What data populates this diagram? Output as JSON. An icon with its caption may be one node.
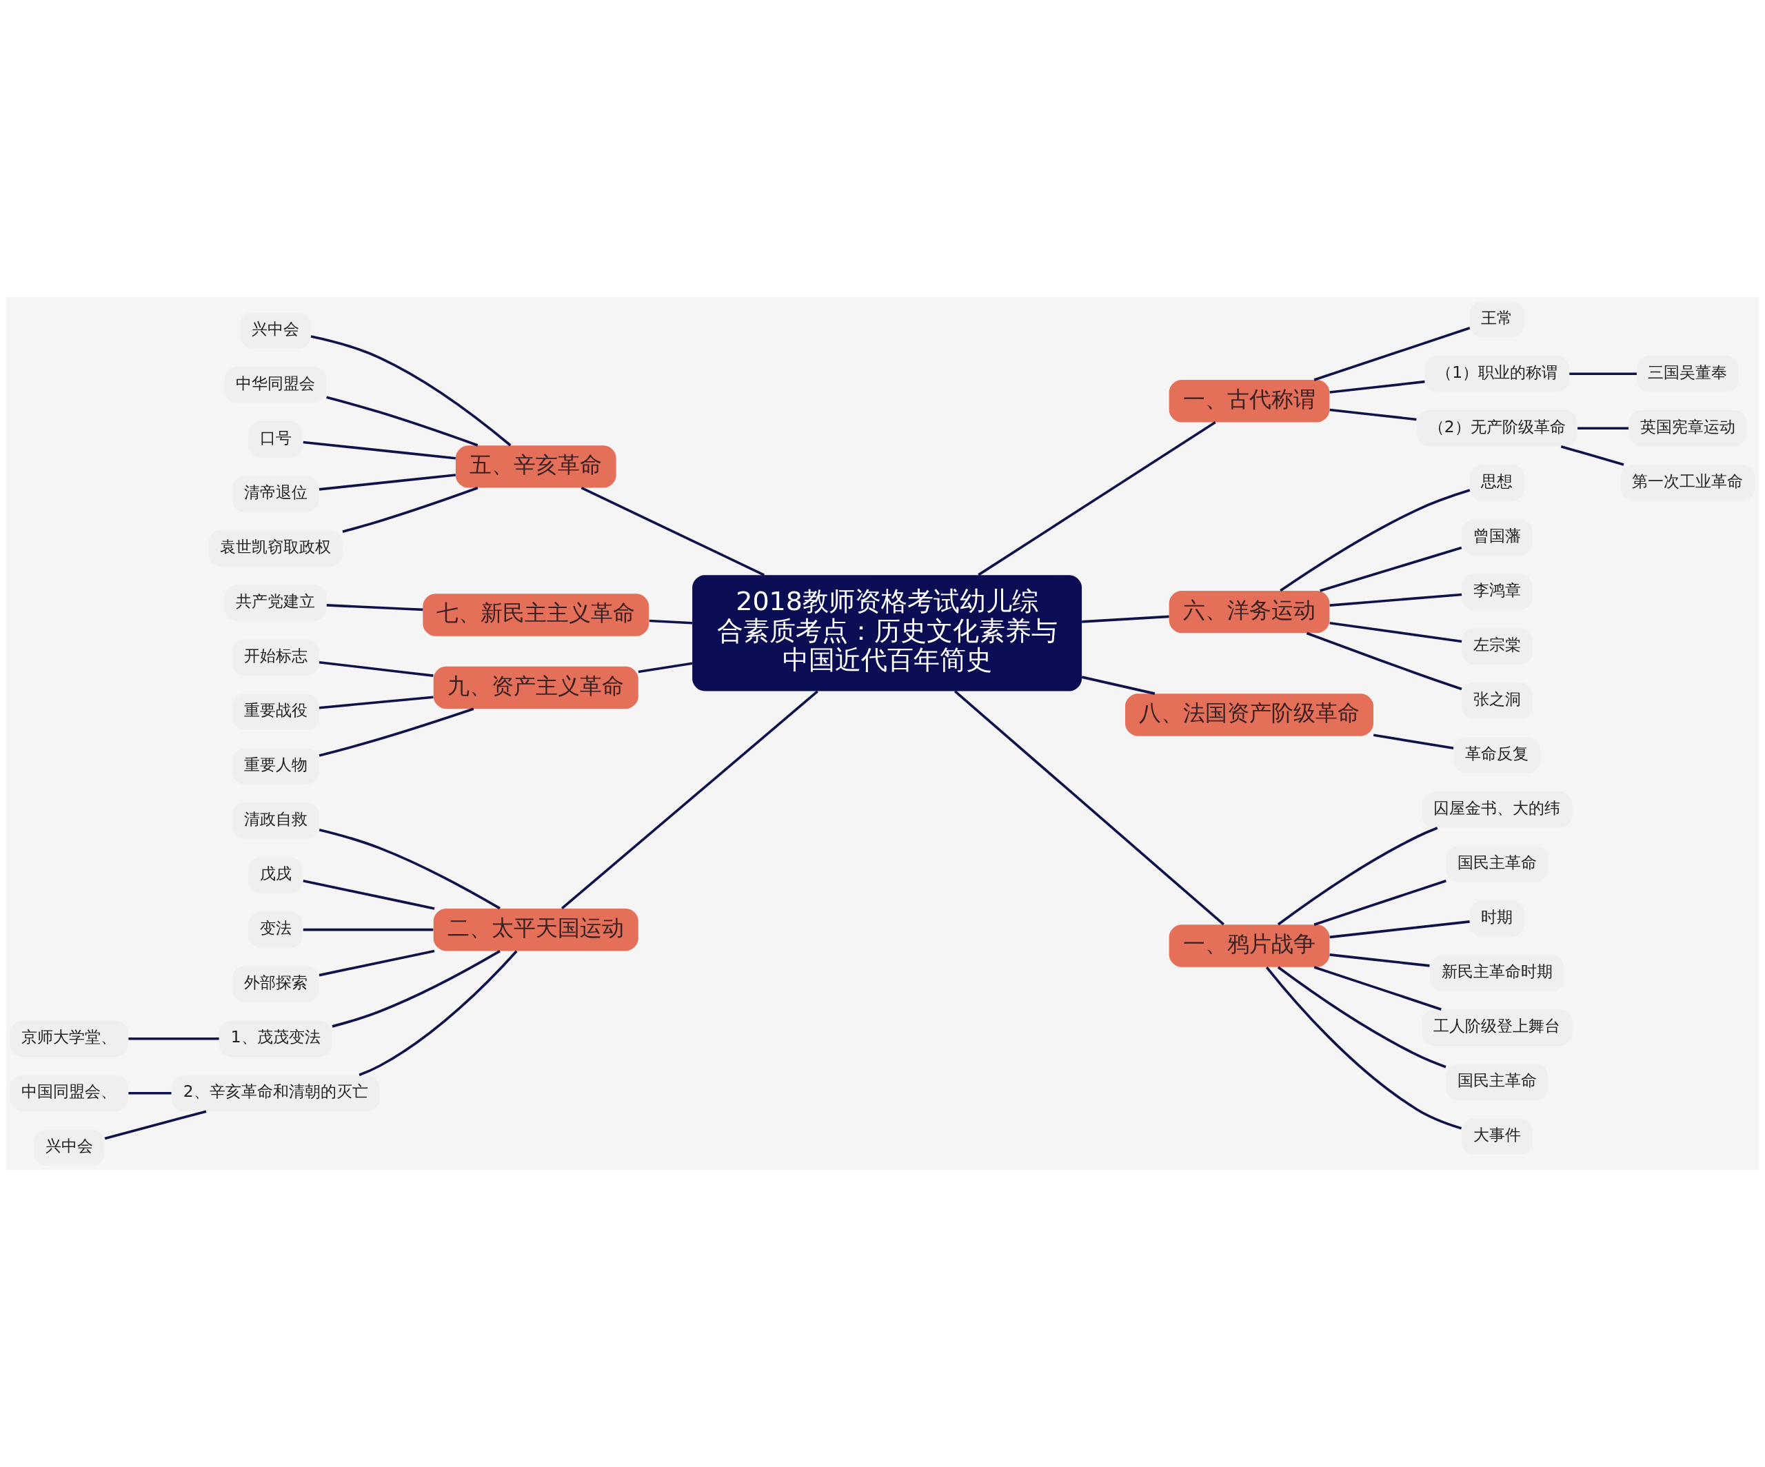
{
  "diagram": {
    "nodes": [
      {
        "text": [
          "2018教师资格考试幼儿综合素质考点：历史文化素养与中国近代百年简史"
        ]
      },
      {
        "text": [
          "一、古代称谓"
        ]
      },
      {
        "text": [
          "王常"
        ]
      },
      {
        "text": [
          "（1）职业的称谓"
        ]
      },
      {
        "text": [
          "三国吴董奉"
        ]
      },
      {
        "text": [
          "（2）无产阶级革命"
        ]
      },
      {
        "text": [
          "英国宪章运动"
        ]
      },
      {
        "text": [
          "第一次工业革命"
        ]
      },
      {
        "text": [
          "六、洋务运动"
        ]
      },
      {
        "text": [
          "思想"
        ]
      },
      {
        "text": [
          "曾国藩"
        ]
      },
      {
        "text": [
          "李鸿章"
        ]
      },
      {
        "text": [
          "左宗棠"
        ]
      },
      {
        "text": [
          "张之洞"
        ]
      },
      {
        "text": [
          "八、法国资产阶级革命"
        ]
      },
      {
        "text": [
          "革命反复"
        ]
      },
      {
        "text": [
          "一、鸦片战争"
        ]
      },
      {
        "text": [
          "囚屋金书、大的纬"
        ]
      },
      {
        "text": [
          "国民主革命"
        ]
      },
      {
        "text": [
          "时期"
        ]
      },
      {
        "text": [
          "新民主革命时期"
        ]
      },
      {
        "text": [
          "工人阶级登上舞台"
        ]
      },
      {
        "text": [
          "国民主革命"
        ]
      },
      {
        "text": [
          "大事件"
        ]
      },
      {
        "text": [
          "五、辛亥革命"
        ]
      },
      {
        "text": [
          "兴中会"
        ]
      },
      {
        "text": [
          "中华同盟会"
        ]
      },
      {
        "text": [
          "口号"
        ]
      },
      {
        "text": [
          "清帝退位"
        ]
      },
      {
        "text": [
          "袁世凯窃取政权"
        ]
      },
      {
        "text": [
          "七、新民主主义革命"
        ]
      },
      {
        "text": [
          "共产党建立"
        ]
      },
      {
        "text": [
          "九、资产主义革命"
        ]
      },
      {
        "text": [
          "开始标志"
        ]
      },
      {
        "text": [
          "重要战役"
        ]
      },
      {
        "text": [
          "重要人物"
        ]
      },
      {
        "text": [
          "二、太平天国运动"
        ]
      },
      {
        "text": [
          "清政自救"
        ]
      },
      {
        "text": [
          "戊戌"
        ]
      },
      {
        "text": [
          "变法"
        ]
      },
      {
        "text": [
          "外部探索"
        ]
      },
      {
        "text": [
          "1、茂茂变法"
        ]
      },
      {
        "text": [
          "京师大学堂、"
        ]
      },
      {
        "text": [
          "2、辛亥革命和清朝的灭亡"
        ]
      },
      {
        "text": [
          "中国同盟会、"
        ]
      },
      {
        "text": [
          "兴中会"
        ]
      }
    ],
    "edges": [
      {
        "from": 0,
        "to": 1,
        "arrow": "none"
      },
      {
        "from": 1,
        "to": 2,
        "arrow": "none"
      },
      {
        "from": 1,
        "to": 3,
        "arrow": "none"
      },
      {
        "from": 3,
        "to": 4,
        "arrow": "none"
      },
      {
        "from": 1,
        "to": 5,
        "arrow": "none"
      },
      {
        "from": 5,
        "to": 6,
        "arrow": "none"
      },
      {
        "from": 5,
        "to": 7,
        "arrow": "none"
      },
      {
        "from": 0,
        "to": 8,
        "arrow": "none"
      },
      {
        "from": 8,
        "to": 9,
        "arrow": "none"
      },
      {
        "from": 8,
        "to": 10,
        "arrow": "none"
      },
      {
        "from": 8,
        "to": 11,
        "arrow": "none"
      },
      {
        "from": 8,
        "to": 12,
        "arrow": "none"
      },
      {
        "from": 8,
        "to": 13,
        "arrow": "none"
      },
      {
        "from": 0,
        "to": 14,
        "arrow": "none"
      },
      {
        "from": 14,
        "to": 15,
        "arrow": "none"
      },
      {
        "from": 0,
        "to": 16,
        "arrow": "none"
      },
      {
        "from": 16,
        "to": 17,
        "arrow": "none"
      },
      {
        "from": 16,
        "to": 18,
        "arrow": "none"
      },
      {
        "from": 16,
        "to": 19,
        "arrow": "none"
      },
      {
        "from": 16,
        "to": 20,
        "arrow": "none"
      },
      {
        "from": 16,
        "to": 21,
        "arrow": "none"
      },
      {
        "from": 16,
        "to": 22,
        "arrow": "none"
      },
      {
        "from": 16,
        "to": 23,
        "arrow": "none"
      },
      {
        "from": 0,
        "to": 24,
        "arrow": "none"
      },
      {
        "from": 24,
        "to": 25,
        "arrow": "none"
      },
      {
        "from": 24,
        "to": 26,
        "arrow": "none"
      },
      {
        "from": 24,
        "to": 27,
        "arrow": "none"
      },
      {
        "from": 24,
        "to": 28,
        "arrow": "none"
      },
      {
        "from": 24,
        "to": 29,
        "arrow": "none"
      },
      {
        "from": 0,
        "to": 30,
        "arrow": "none"
      },
      {
        "from": 30,
        "to": 31,
        "arrow": "none"
      },
      {
        "from": 0,
        "to": 32,
        "arrow": "none"
      },
      {
        "from": 32,
        "to": 33,
        "arrow": "none"
      },
      {
        "from": 32,
        "to": 34,
        "arrow": "none"
      },
      {
        "from": 32,
        "to": 35,
        "arrow": "none"
      },
      {
        "from": 0,
        "to": 36,
        "arrow": "none"
      },
      {
        "from": 36,
        "to": 37,
        "arrow": "none"
      },
      {
        "from": 36,
        "to": 38,
        "arrow": "none"
      },
      {
        "from": 36,
        "to": 39,
        "arrow": "none"
      },
      {
        "from": 36,
        "to": 40,
        "arrow": "none"
      },
      {
        "from": 36,
        "to": 41,
        "arrow": "none"
      },
      {
        "from": 41,
        "to": 42,
        "arrow": "none"
      },
      {
        "from": 36,
        "to": 43,
        "arrow": "none"
      },
      {
        "from": 43,
        "to": 44,
        "arrow": "none"
      },
      {
        "from": 43,
        "to": 45,
        "arrow": "none"
      }
    ]
  }
}
